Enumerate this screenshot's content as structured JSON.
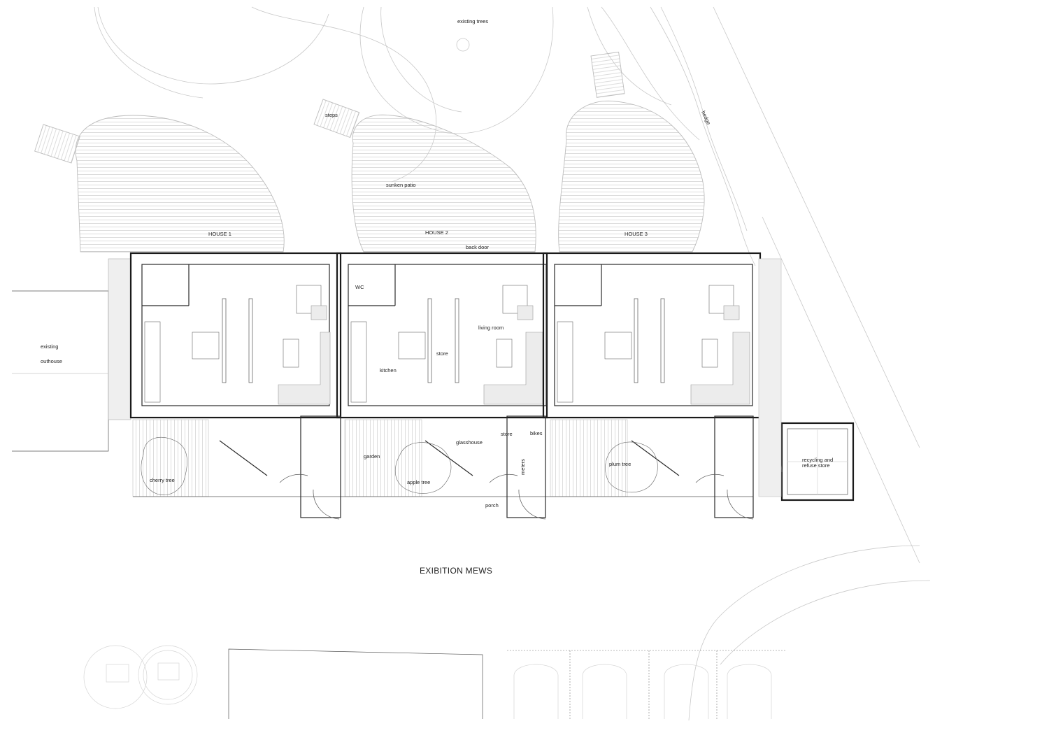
{
  "labels": {
    "existing_trees": "existing trees",
    "steps": "steps",
    "hedge": "hedge",
    "sunken_patio": "sunken patio",
    "house1": "HOUSE 1",
    "house2": "HOUSE 2",
    "house3": "HOUSE 3",
    "back_door": "back door",
    "wc": "WC",
    "living_room": "living room",
    "store_inner": "store",
    "kitchen": "kitchen",
    "existing": "existing",
    "outhouse": "outhouse",
    "store_front": "store",
    "bikes": "bikes",
    "glasshouse": "glasshouse",
    "garden": "garden",
    "meters": "meters",
    "plum_tree": "plum tree",
    "recycling_line1": "recycling and",
    "recycling_line2": "refuse store",
    "cherry_tree": "cherry tree",
    "apple_tree": "apple tree",
    "porch": "porch",
    "street": "EXIBITION MEWS"
  },
  "colors": {
    "line": "#2a2a2a",
    "light_line": "#c8c8c8",
    "fill_grey": "#ececec",
    "background": "#ffffff"
  }
}
